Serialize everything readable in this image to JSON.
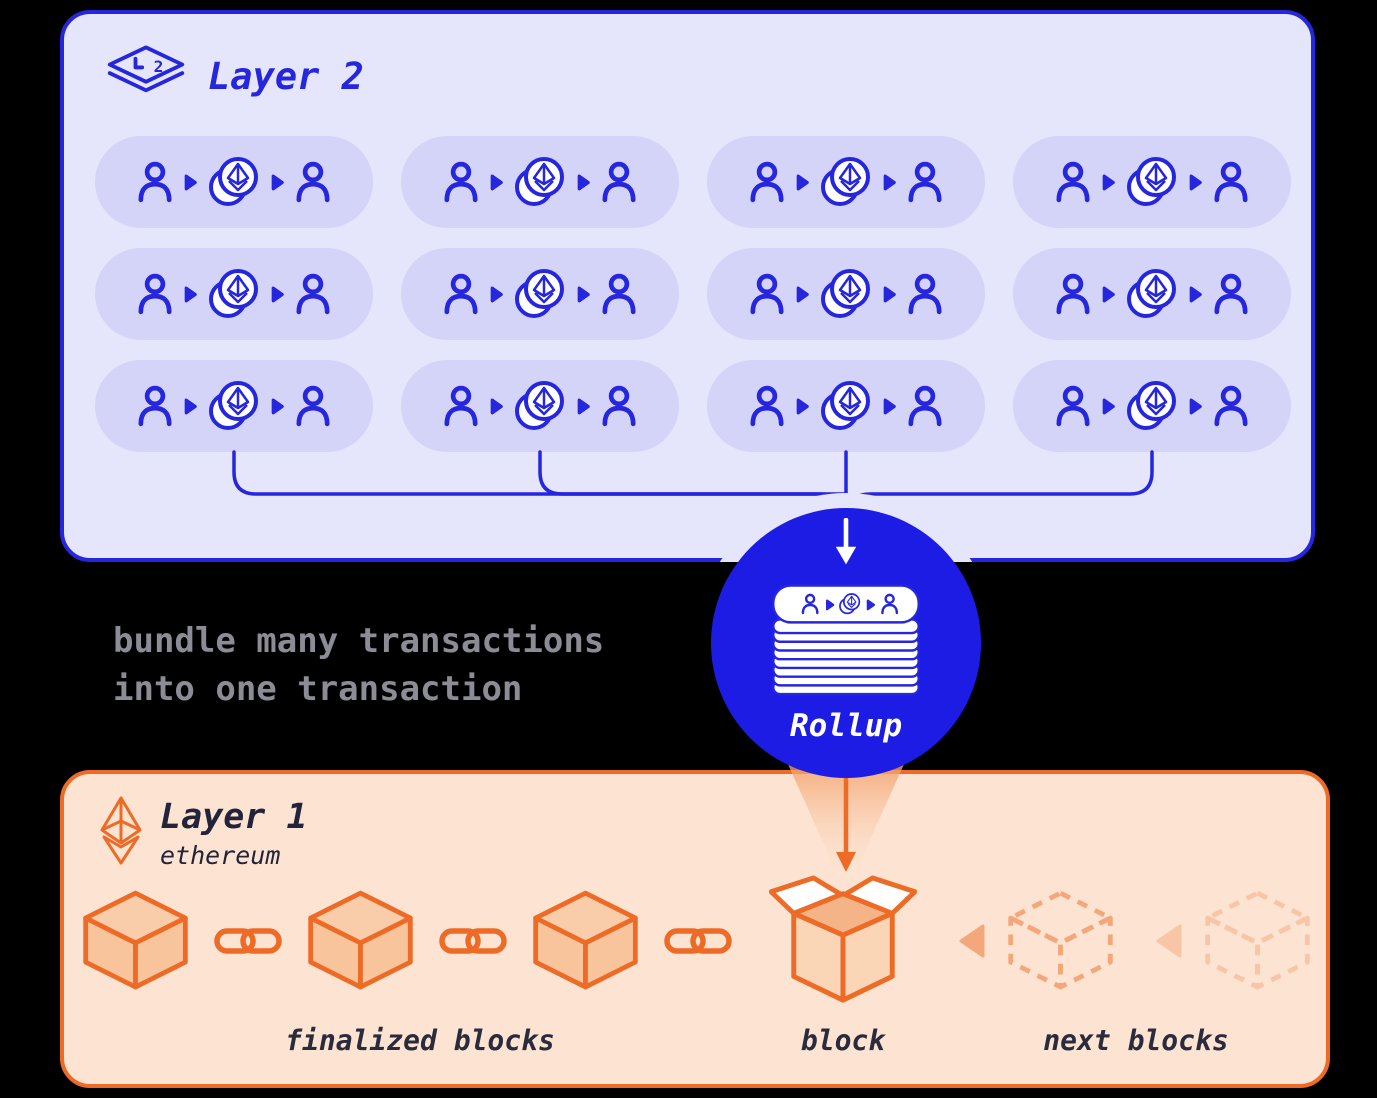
{
  "colors": {
    "blue": "#2526dd",
    "rollup_circle_blue": "#1c1ce4",
    "layer2_background": "#e5e5fb",
    "pill_background": "#d4d4f8",
    "orange": "#ed6b26",
    "layer1_background": "#fde4d2",
    "caption_gray": "#8c8c96",
    "dark_text": "#23233a"
  },
  "layer2": {
    "title": "Layer 2",
    "icon": "layer-2-icon",
    "transaction_rows": 3,
    "transaction_cols": 4,
    "transaction_pattern": [
      "person-icon",
      "arrow-right-icon",
      "eth-coin-icon",
      "arrow-right-icon",
      "person-icon"
    ]
  },
  "rollup": {
    "label": "Rollup",
    "icon": "stacked-transactions-icon"
  },
  "caption": {
    "line1": "bundle many transactions",
    "line2": "into one transaction"
  },
  "layer1": {
    "title": "Layer 1",
    "subtitle": "ethereum",
    "icon": "ethereum-logo-icon",
    "finalized_block_count": 3,
    "next_block_count": 2,
    "labels": {
      "finalized_blocks": "finalized blocks",
      "block": "block",
      "next_blocks": "next blocks"
    }
  }
}
